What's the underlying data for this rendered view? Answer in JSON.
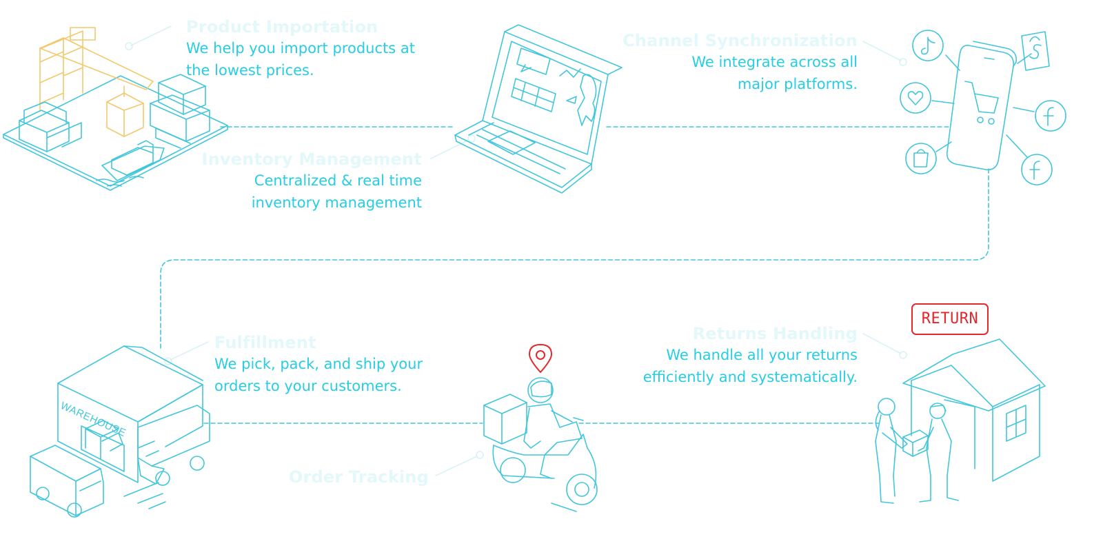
{
  "colors": {
    "accent": "#2fd4e7",
    "title": "#e3f8fa",
    "desc": "#27cde2",
    "line": "#41c6dc",
    "crane": "#f2c96b",
    "red": "#e5262a"
  },
  "steps": [
    {
      "id": "product-importation",
      "title": "Product Importation",
      "desc": [
        "We help you import products at",
        "the lowest prices."
      ]
    },
    {
      "id": "inventory-management",
      "title": "Inventory Management",
      "desc": [
        "Centralized & real time",
        "inventory management"
      ]
    },
    {
      "id": "channel-synchronization",
      "title": "Channel Synchronization",
      "desc": [
        "We integrate across all",
        "major platforms."
      ]
    },
    {
      "id": "fulfillment",
      "title": "Fulfillment",
      "desc": [
        "We pick, pack, and ship your",
        "orders to your customers."
      ]
    },
    {
      "id": "order-tracking",
      "title": "Order Tracking",
      "desc": []
    },
    {
      "id": "returns-handling",
      "title": "Returns Handling",
      "desc": [
        "We handle all your returns",
        "efficiently and systematically."
      ]
    }
  ],
  "labels": {
    "warehouse": "WAREHOUSE",
    "return": "RETURN"
  },
  "icons": [
    "crane-port-icon",
    "laptop-map-icon",
    "phone-cart-icon",
    "tiktok-icon",
    "shopee-icon",
    "heart-icon",
    "facebook-icon",
    "shopify-icon",
    "warehouse-truck-icon",
    "delivery-scooter-icon",
    "location-pin-icon",
    "house-handover-icon"
  ]
}
